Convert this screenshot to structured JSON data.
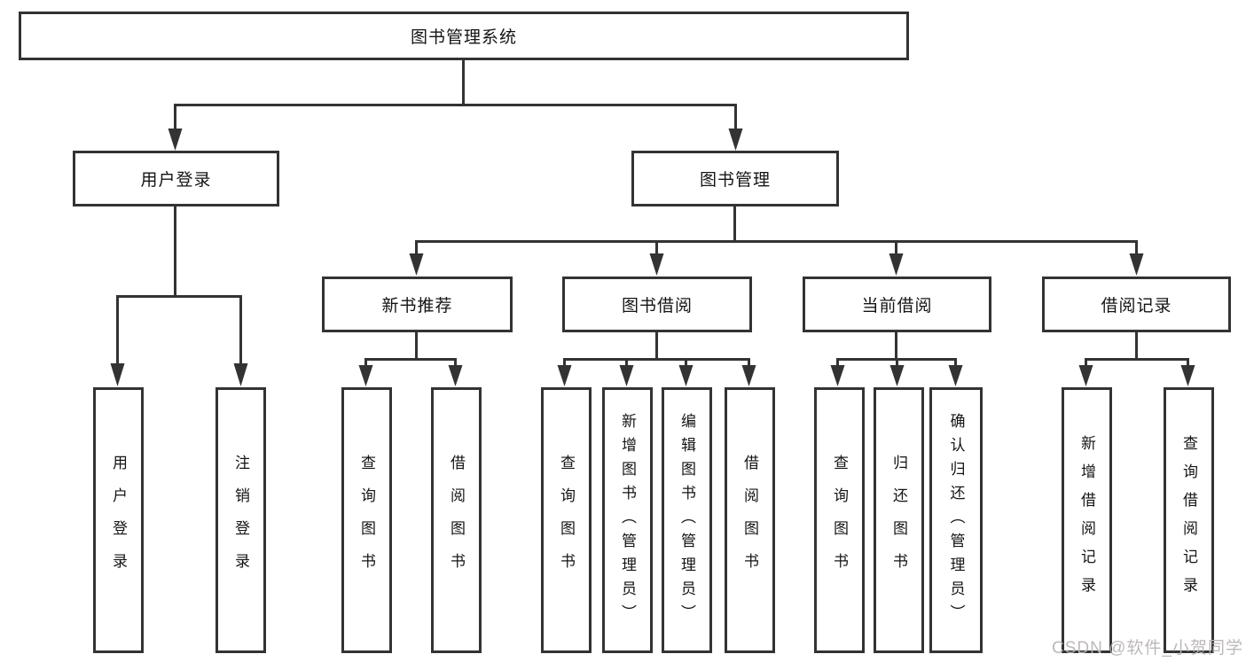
{
  "diagram": {
    "root": {
      "label": "图书管理系统"
    },
    "branches": [
      {
        "label": "用户登录",
        "children": [
          {
            "label": "用户登录"
          },
          {
            "label": "注销登录"
          }
        ]
      },
      {
        "label": "图书管理",
        "children": [
          {
            "label": "新书推荐",
            "children": [
              {
                "label": "查询图书"
              },
              {
                "label": "借阅图书"
              }
            ]
          },
          {
            "label": "图书借阅",
            "children": [
              {
                "label": "查询图书"
              },
              {
                "label": "新增图书（管理员）"
              },
              {
                "label": "编辑图书（管理员）"
              },
              {
                "label": "借阅图书"
              }
            ]
          },
          {
            "label": "当前借阅",
            "children": [
              {
                "label": "查询图书"
              },
              {
                "label": "归还图书"
              },
              {
                "label": "确认归还（管理员）"
              }
            ]
          },
          {
            "label": "借阅记录",
            "children": [
              {
                "label": "新增借阅记录"
              },
              {
                "label": "查询借阅记录"
              }
            ]
          }
        ]
      }
    ]
  },
  "watermark": {
    "text": "CSDN @软件_小贺同学"
  },
  "colors": {
    "line": "#333333",
    "text": "#141414",
    "watermark": "#b9b4b4",
    "background": "#ffffff"
  }
}
